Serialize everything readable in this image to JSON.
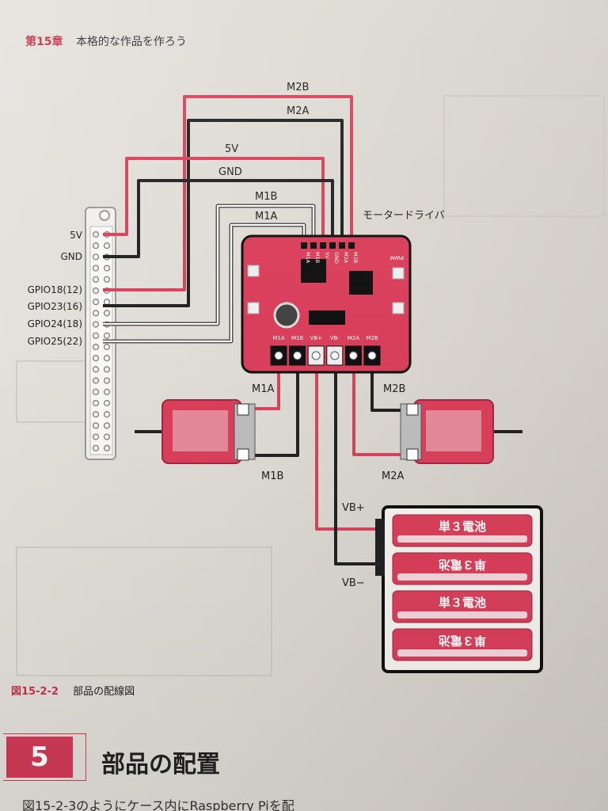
{
  "header": {
    "chapter": "第15章",
    "title": "本格的な作品を作ろう"
  },
  "diagram": {
    "wires": {
      "m2b": "M2B",
      "m2a": "M2A",
      "v5": "5V",
      "gnd": "GND",
      "m1b": "M1B",
      "m1a": "M1A"
    },
    "gpio": {
      "v5": "5V",
      "gnd": "GND",
      "g18": "GPIO18(12)",
      "g23": "GPIO23(16)",
      "g24": "GPIO24(18)",
      "g25": "GPIO25(22)"
    },
    "driver": {
      "title": "モータードライバ",
      "top_pins": [
        "M1A",
        "M1B",
        "5V",
        "GND",
        "M2A",
        "M2B"
      ],
      "bottom_pins": [
        "M1A",
        "M1B",
        "VB+",
        "VB-",
        "M2A",
        "M2B"
      ],
      "pwm": "PWM"
    },
    "motor_left": {
      "top": "M1A",
      "bottom": "M1B"
    },
    "motor_right": {
      "top": "M2B",
      "bottom": "M2A"
    },
    "battery": {
      "vbplus": "VB+",
      "vbminus": "VB−",
      "cell": "単３電池"
    }
  },
  "figure": {
    "number": "図15-2-2",
    "caption": "部品の配線図"
  },
  "section": {
    "number": "5",
    "title": "部品の配置"
  },
  "bottom_text": "図15-2-3のようにケース内にRaspberry Piを配",
  "colors": {
    "red_wire": "#d8435c",
    "black_wire": "#222222",
    "board": "#d93f5b",
    "accent": "#c8334b"
  }
}
